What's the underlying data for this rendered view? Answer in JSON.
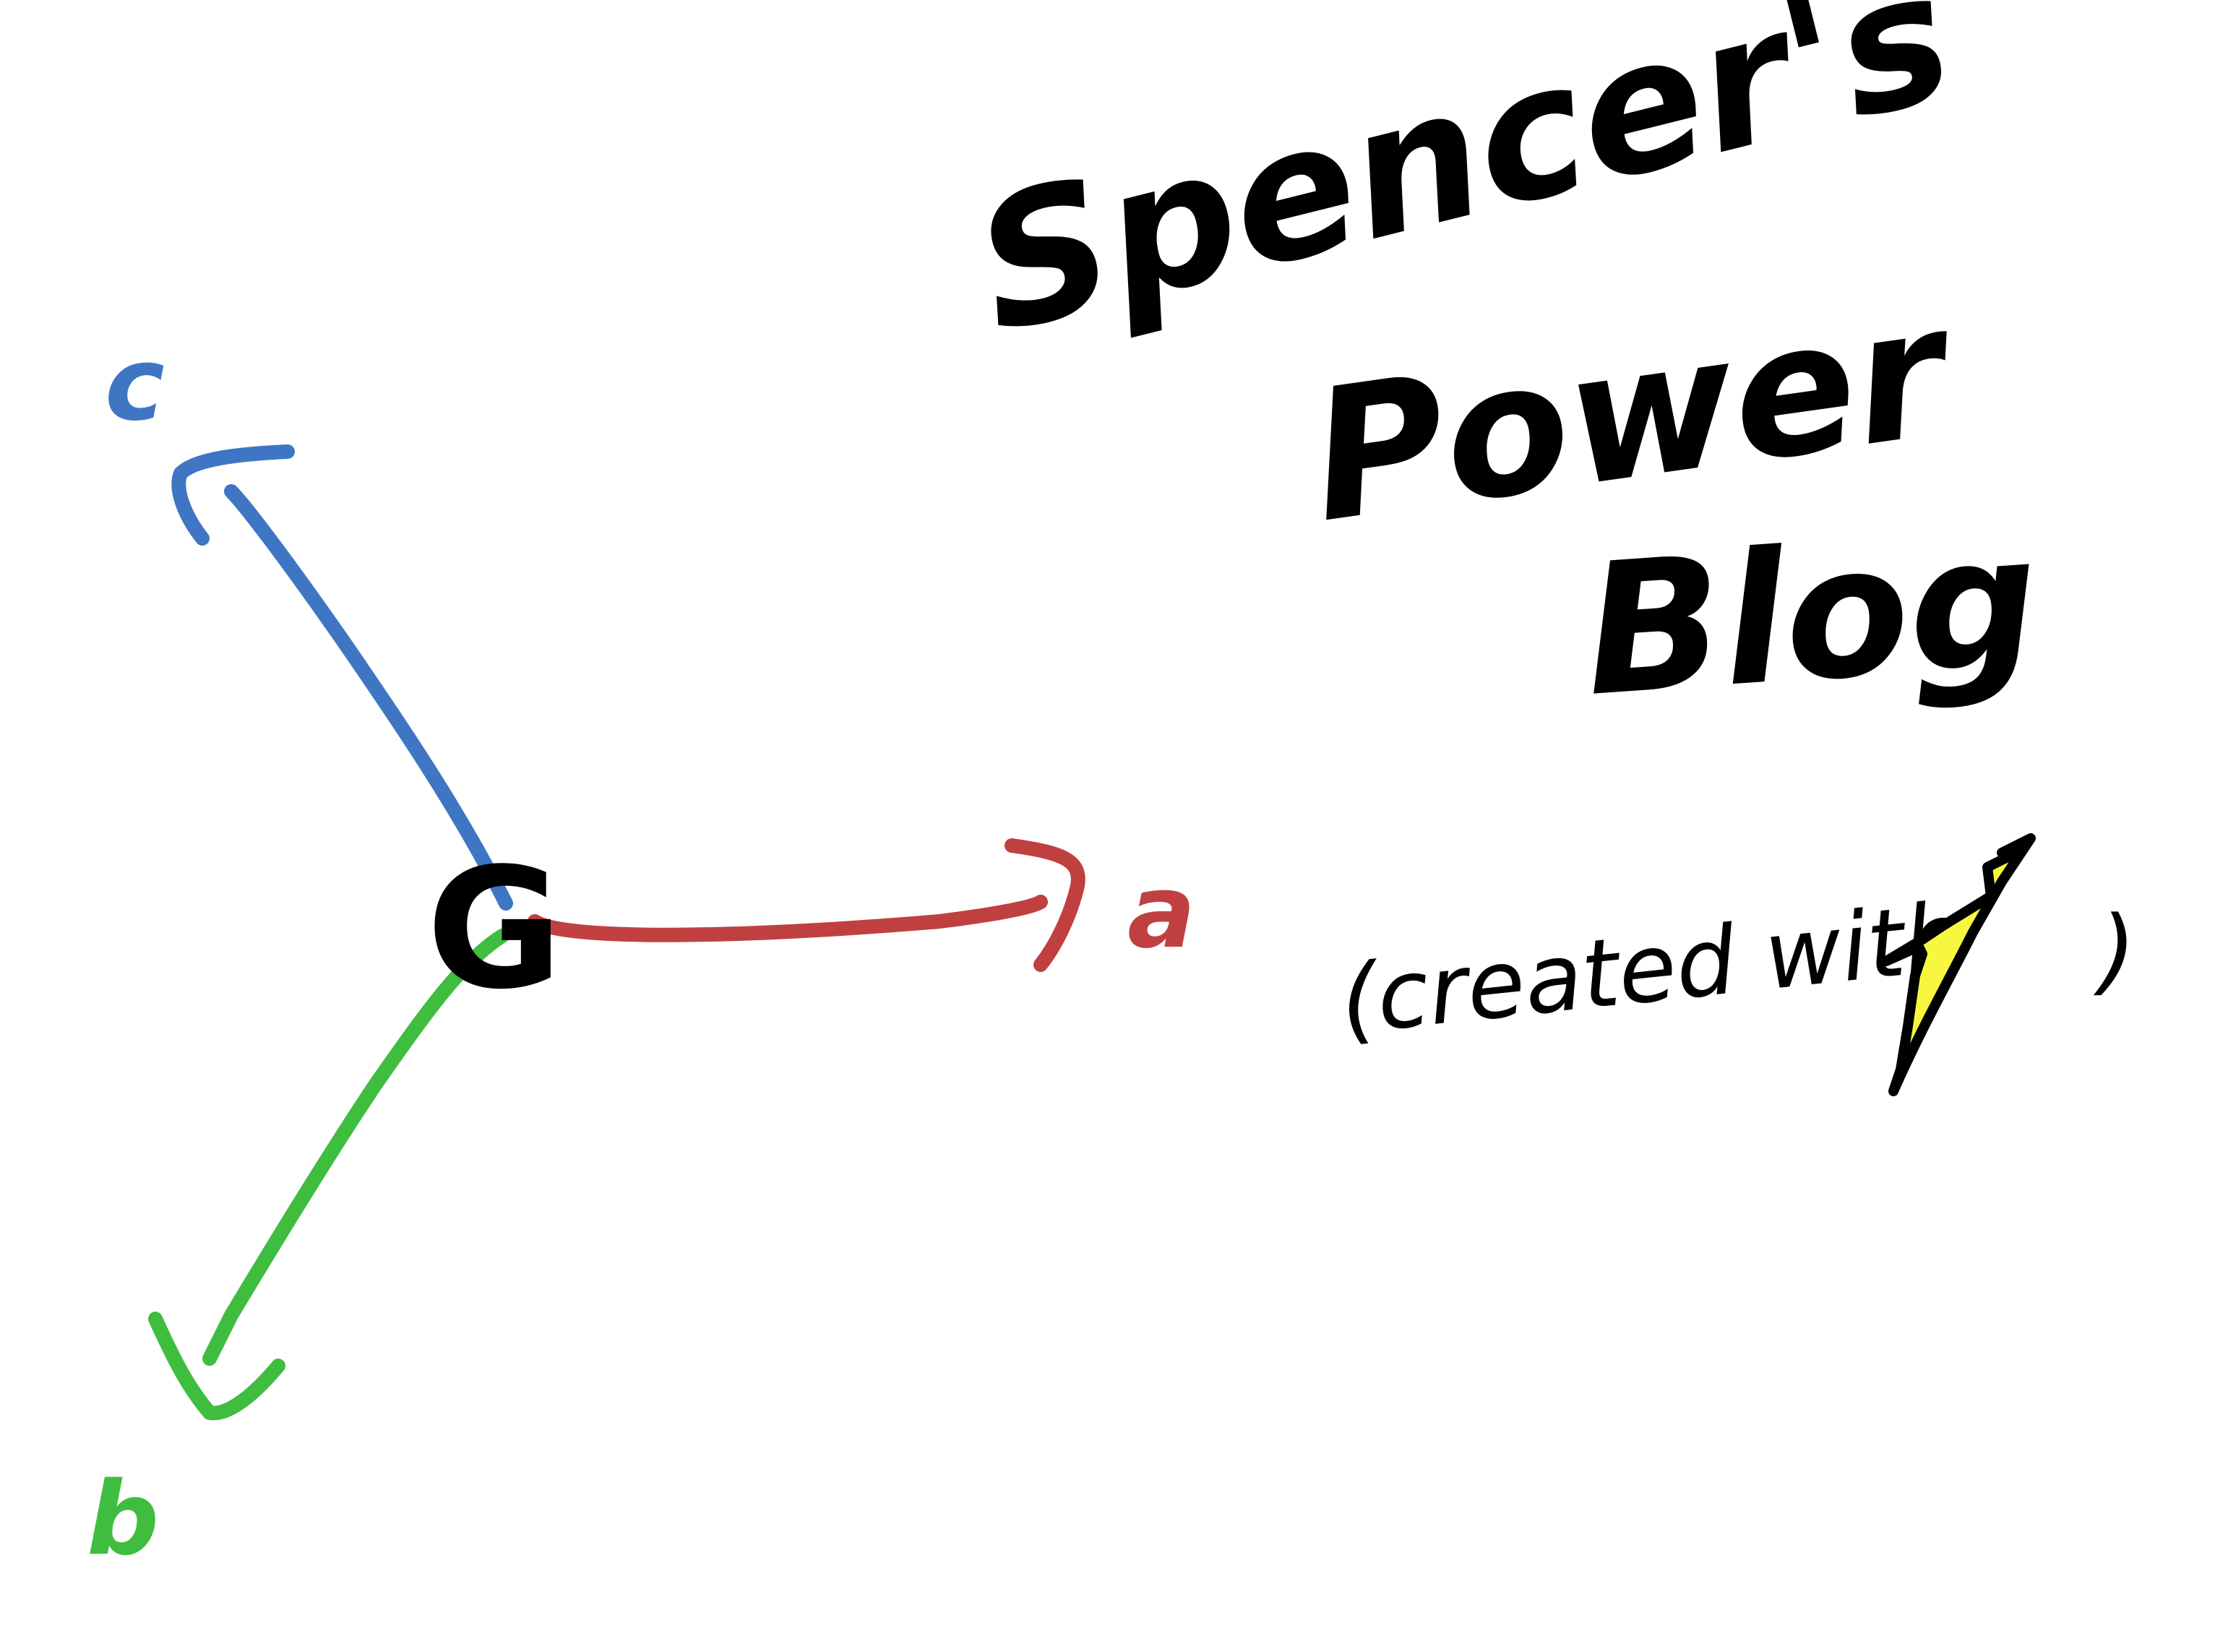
{
  "title": {
    "line1": "Spencer's",
    "line2": "Power",
    "line3": "Blog"
  },
  "caption": {
    "text": "(created with",
    "icon": "lightning-bolt-icon",
    "closing": ")"
  },
  "diagram": {
    "origin_label": "G",
    "axes": [
      {
        "label": "c",
        "color": "#3f76c4"
      },
      {
        "label": "a",
        "color": "#c04040"
      },
      {
        "label": "b",
        "color": "#3fbd3f"
      }
    ]
  },
  "colors": {
    "ink": "#000000",
    "bolt_fill": "#f7f740",
    "background": "#ffffff"
  }
}
